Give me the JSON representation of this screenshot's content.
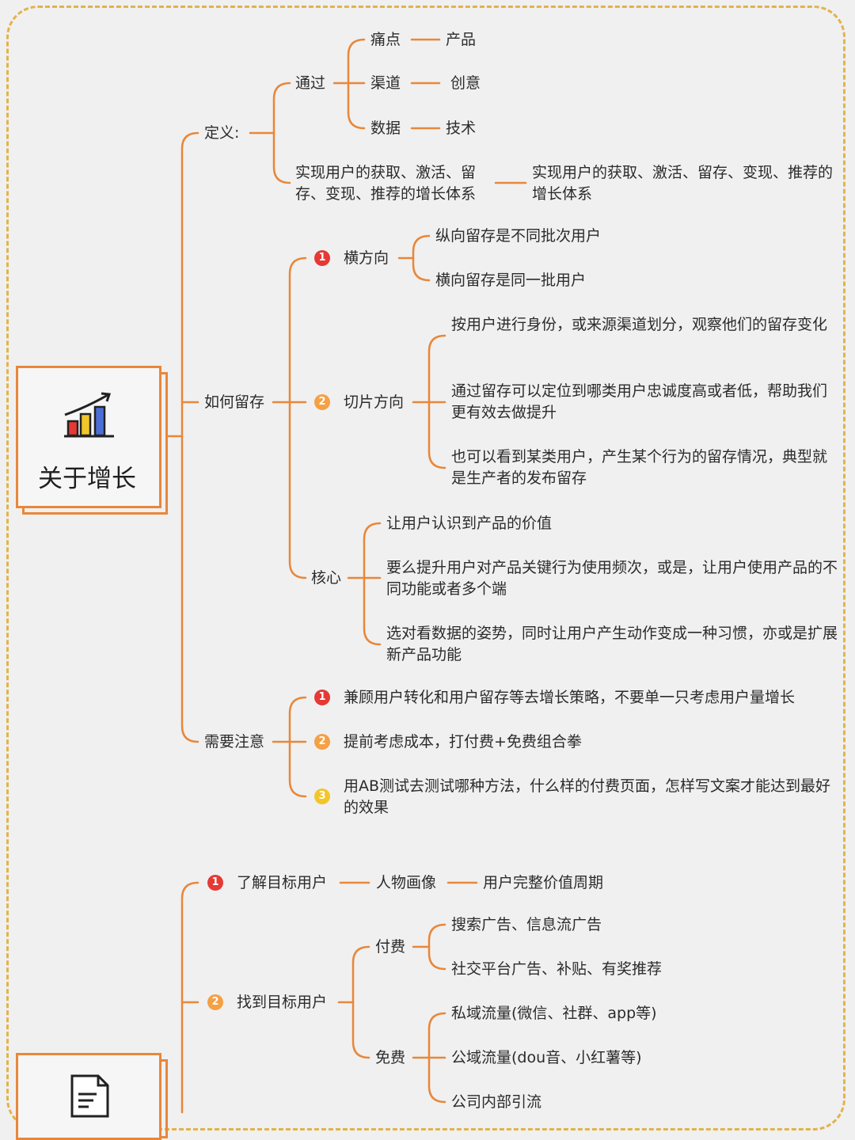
{
  "root": {
    "title": "关于增长",
    "icon": "growth-chart-icon",
    "second_icon": "document-icon"
  },
  "definition": {
    "label": "定义:",
    "through": "通过",
    "pairs": [
      {
        "left": "痛点",
        "right": "产品"
      },
      {
        "left": "渠道",
        "right": "创意"
      },
      {
        "left": "数据",
        "right": "技术"
      }
    ],
    "system_left": "实现用户的获取、激活、留存、变现、推荐的增长体系",
    "system_right": "实现用户的获取、激活、留存、变现、推荐的增长体系"
  },
  "retention": {
    "label": "如何留存",
    "horizontal": {
      "num": "1",
      "label": "横方向",
      "items": [
        "纵向留存是不同批次用户",
        "横向留存是同一批用户"
      ]
    },
    "slice": {
      "num": "2",
      "label": "切片方向",
      "items": [
        "按用户进行身份，或来源渠道划分，观察他们的留存变化",
        "通过留存可以定位到哪类用户忠诚度高或者低，帮助我们更有效去做提升",
        "也可以看到某类用户，产生某个行为的留存情况，典型就是生产者的发布留存"
      ]
    },
    "core": {
      "label": "核心",
      "items": [
        "让用户认识到产品的价值",
        "要么提升用户对产品关键行为使用频次，或是，让用户使用产品的不同功能或者多个端",
        "选对看数据的姿势，同时让用户产生动作变成一种习惯，亦或是扩展新产品功能"
      ]
    }
  },
  "notes": {
    "label": "需要注意",
    "items": [
      {
        "num": "1",
        "text": "兼顾用户转化和用户留存等去增长策略，不要单一只考虑用户量增长"
      },
      {
        "num": "2",
        "text": "提前考虑成本，打付费+免费组合拳"
      },
      {
        "num": "3",
        "text": "用AB测试去测试哪种方法，什么样的付费页面，怎样写文案才能达到最好的效果"
      }
    ]
  },
  "users": {
    "understand": {
      "num": "1",
      "label": "了解目标用户",
      "persona": "人物画像",
      "lifecycle": "用户完整价值周期"
    },
    "find": {
      "num": "2",
      "label": "找到目标用户",
      "paid": {
        "label": "付费",
        "items": [
          "搜索广告、信息流广告",
          "社交平台广告、补贴、有奖推荐"
        ]
      },
      "free": {
        "label": "免费",
        "items": [
          "私域流量(微信、社群、app等)",
          "公域流量(dou音、小红薯等)",
          "公司内部引流"
        ]
      }
    }
  },
  "colors": {
    "line": "#e8873a",
    "frame": "#e2b34c",
    "num1": "#e53935",
    "num2": "#f5a044",
    "num3": "#f2c52b"
  }
}
